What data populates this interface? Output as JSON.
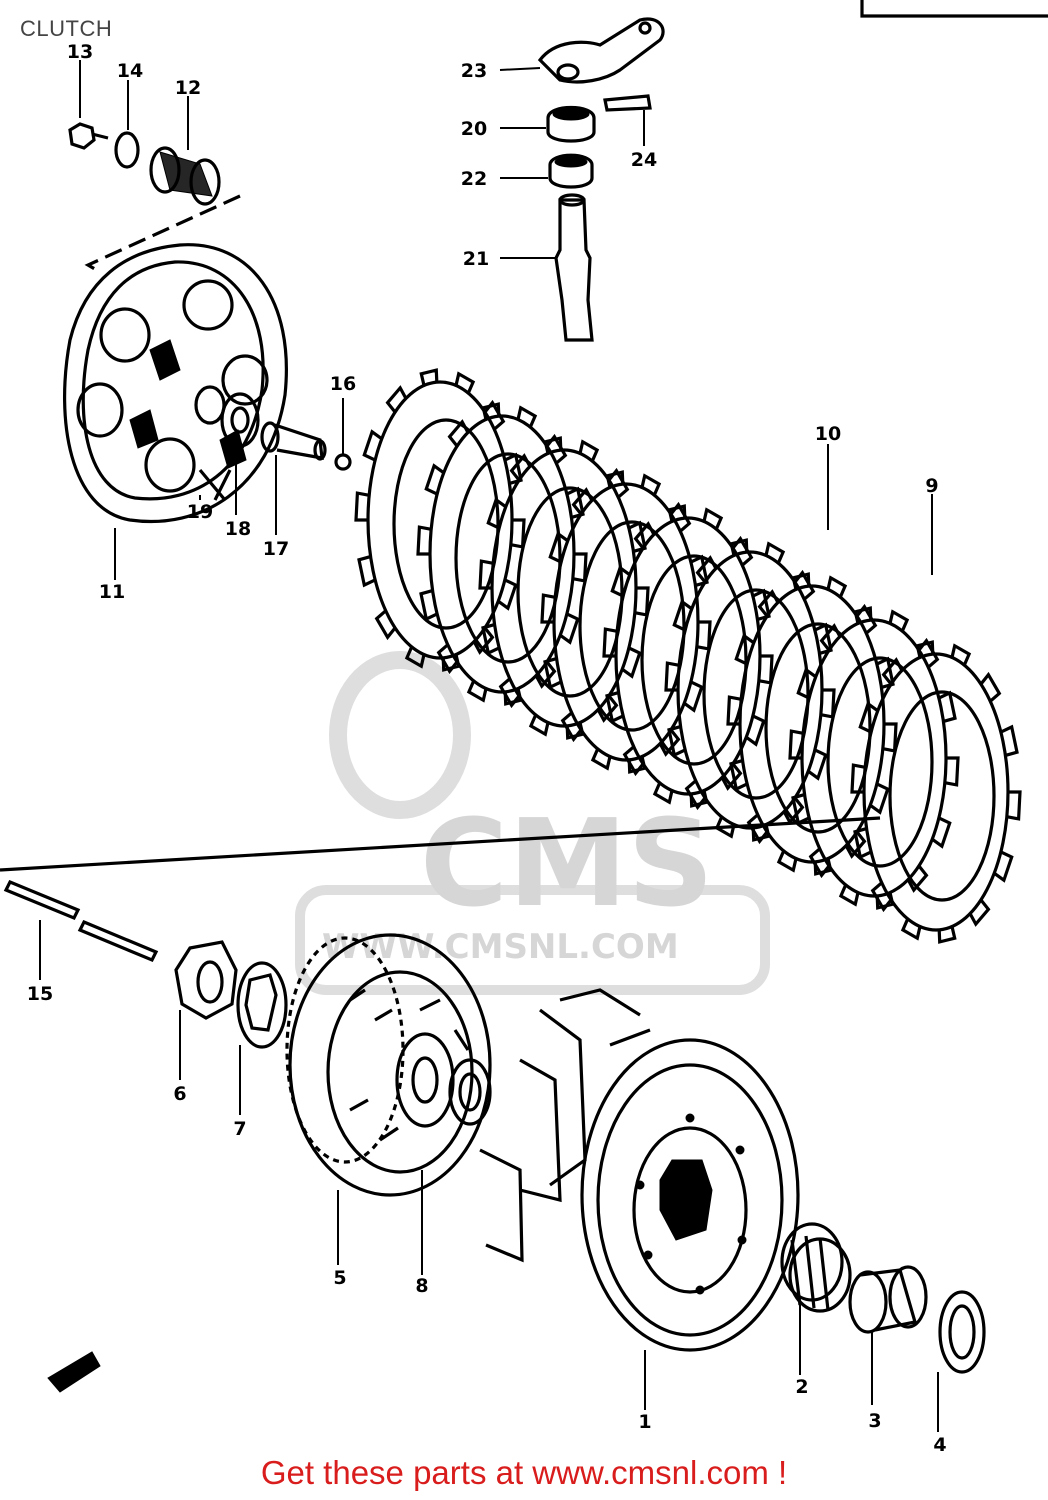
{
  "diagram": {
    "title": "CLUTCH",
    "footer": "Get these parts at www.cmsnl.com !",
    "watermark": {
      "brand": "CMS",
      "url": "WWW.CMSNL.COM"
    },
    "callouts": [
      {
        "id": "c1",
        "label": "1"
      },
      {
        "id": "c2",
        "label": "2"
      },
      {
        "id": "c3",
        "label": "3"
      },
      {
        "id": "c4",
        "label": "4"
      },
      {
        "id": "c5",
        "label": "5"
      },
      {
        "id": "c6",
        "label": "6"
      },
      {
        "id": "c7",
        "label": "7"
      },
      {
        "id": "c8",
        "label": "8"
      },
      {
        "id": "c9",
        "label": "9"
      },
      {
        "id": "c10",
        "label": "10"
      },
      {
        "id": "c11",
        "label": "11"
      },
      {
        "id": "c12",
        "label": "12"
      },
      {
        "id": "c13",
        "label": "13"
      },
      {
        "id": "c14",
        "label": "14"
      },
      {
        "id": "c15",
        "label": "15"
      },
      {
        "id": "c16",
        "label": "16"
      },
      {
        "id": "c17",
        "label": "17"
      },
      {
        "id": "c18",
        "label": "18"
      },
      {
        "id": "c19",
        "label": "19"
      },
      {
        "id": "c20",
        "label": "20"
      },
      {
        "id": "c21",
        "label": "21"
      },
      {
        "id": "c22",
        "label": "22"
      },
      {
        "id": "c23",
        "label": "23"
      },
      {
        "id": "c24",
        "label": "24"
      }
    ]
  },
  "colors": {
    "ink": "#000000",
    "footer": "#d91c1c",
    "watermark": "#d6d6d6",
    "title": "#444444"
  }
}
